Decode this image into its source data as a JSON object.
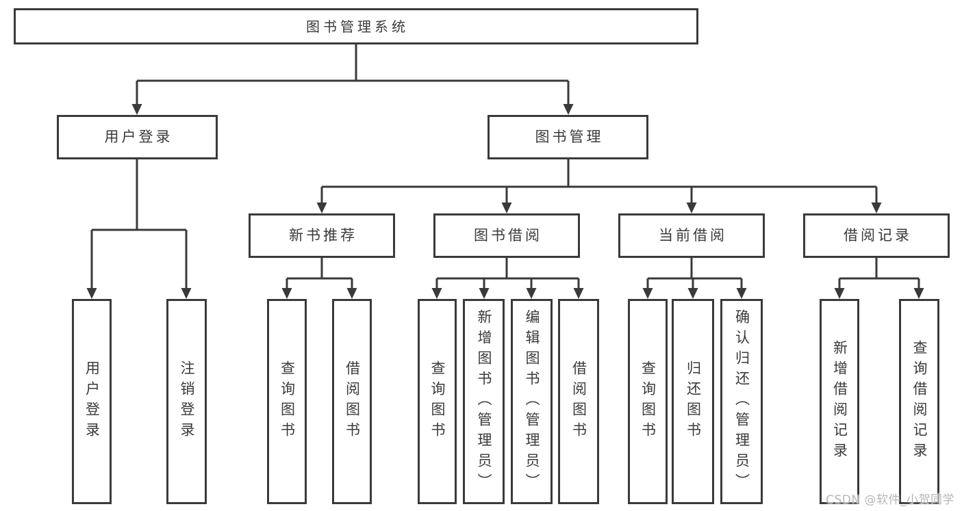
{
  "tree": {
    "root": {
      "label": "图书管理系统"
    },
    "branches": [
      {
        "label": "用户登录",
        "leaves": [
          "用户登录",
          "注销登录"
        ]
      },
      {
        "label": "图书管理",
        "groups": [
          {
            "label": "新书推荐",
            "leaves": [
              "查询图书",
              "借阅图书"
            ]
          },
          {
            "label": "图书借阅",
            "leaves": [
              "查询图书",
              "新增图书（管理员）",
              "编辑图书（管理员）",
              "借阅图书"
            ]
          },
          {
            "label": "当前借阅",
            "leaves": [
              "查询图书",
              "归还图书",
              "确认归还（管理员）"
            ]
          },
          {
            "label": "借阅记录",
            "leaves": [
              "新增借阅记录",
              "查询借阅记录"
            ]
          }
        ]
      }
    ]
  },
  "watermark": {
    "text": "CSDN @软件_小贺同学"
  },
  "colors": {
    "background": "#ffffff",
    "line": "#3a3a3a",
    "text": "#3a3a3a",
    "watermark": "#b4b6b6"
  }
}
